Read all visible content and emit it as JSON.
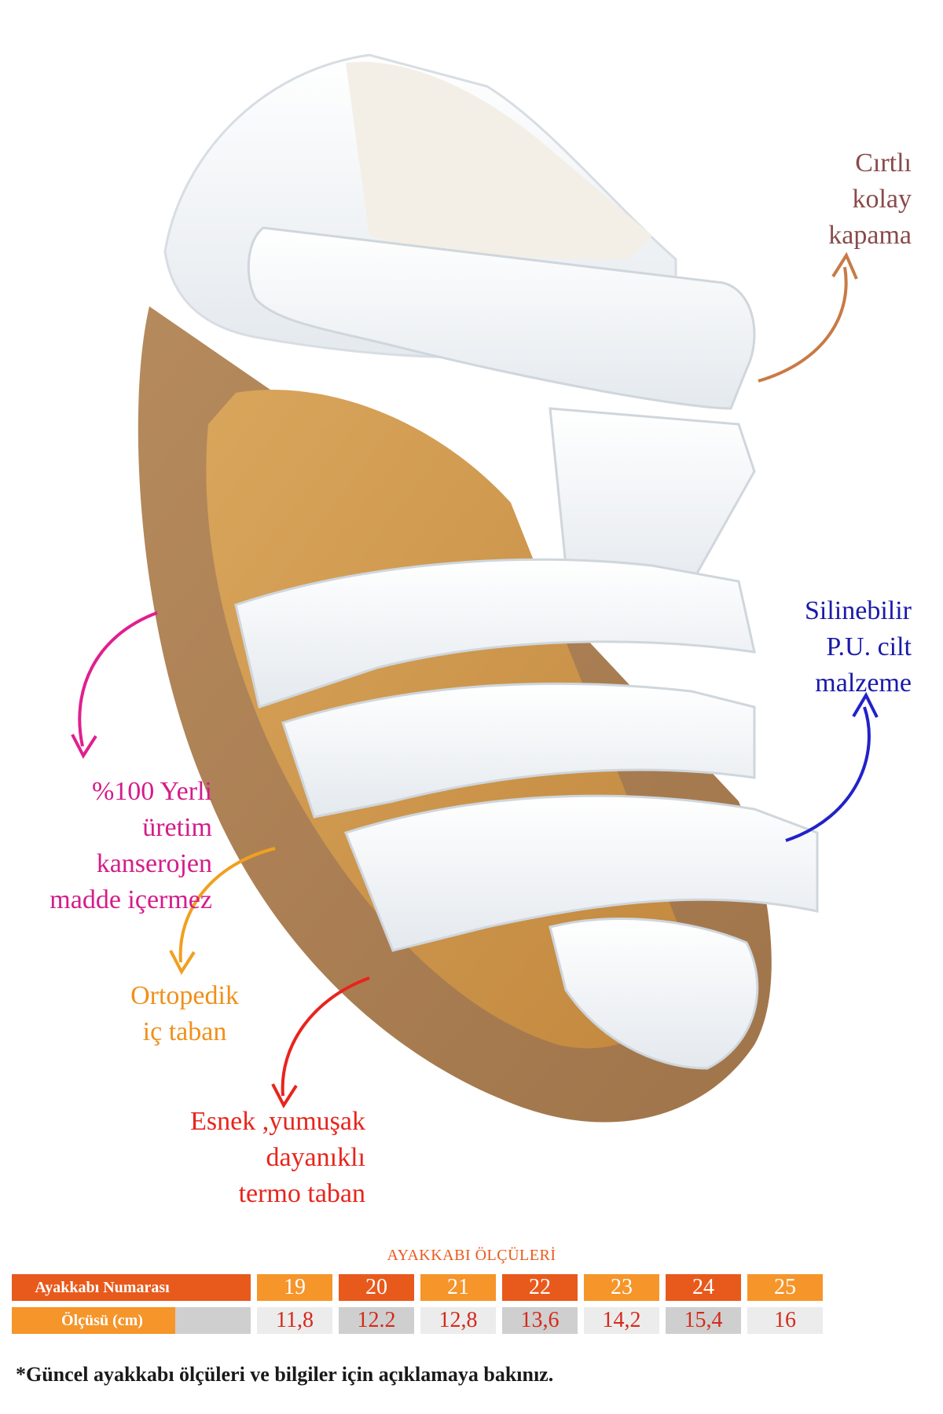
{
  "colors": {
    "velcro": "#8a4a4a",
    "velcro_arrow": "#c97a45",
    "pu": "#1a1aa8",
    "pu_arrow": "#2222c8",
    "local": "#d41c8a",
    "local_arrow": "#e0208f",
    "insole": "#f0901a",
    "insole_arrow": "#f0a020",
    "sole": "#e8241c",
    "sole_arrow": "#e8241c",
    "table_orange_dark": "#e85a1c",
    "table_orange_light": "#f5952a",
    "table_gray_dark": "#cfcfcf",
    "table_gray_light": "#ececec",
    "table_text_red": "#d42a1a"
  },
  "callouts": {
    "velcro": "Cırtlı\nkolay\nkapama",
    "pu": "Silinebilir\nP.U. cilt\nmalzeme",
    "local": "%100 Yerli üretim\nkanserojen\nmadde içermez",
    "insole": "Ortopedik\niç taban",
    "sole": "Esnek ,yumuşak\ndayanıklı\ntermo taban"
  },
  "size_table": {
    "title": "AYAKKABI ÖLÇÜLERİ",
    "row1_label": "Ayakkabı Numarası",
    "row2_label": "Ölçüsü (cm)",
    "sizes": [
      "19",
      "20",
      "21",
      "22",
      "23",
      "24",
      "25"
    ],
    "lengths": [
      "11,8",
      "12.2",
      "12,8",
      "13,6",
      "14,2",
      "15,4",
      "16"
    ]
  },
  "footnote": "*Güncel ayakkabı ölçüleri ve bilgiler için açıklamaya bakınız."
}
